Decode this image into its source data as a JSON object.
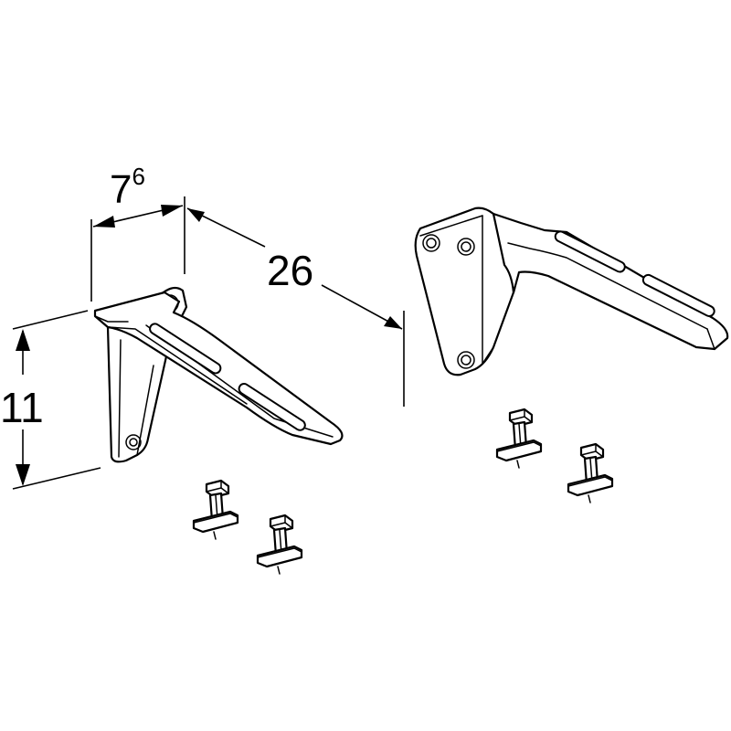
{
  "dimensions": {
    "depth": {
      "main": "7",
      "sup": "6"
    },
    "length": "26",
    "height": "11"
  },
  "colors": {
    "line": "#000000",
    "background": "#ffffff"
  }
}
